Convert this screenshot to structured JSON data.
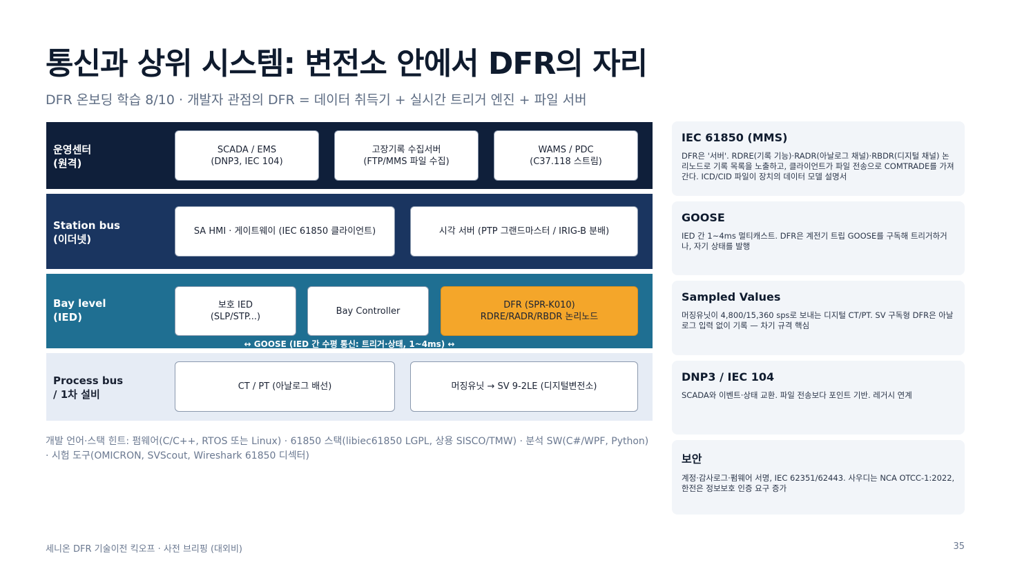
{
  "header": {
    "title": "통신과 상위 시스템: 변전소 안에서 DFR의 자리",
    "subtitle": "DFR 온보딩 학습 8/10 · 개발자 관점의 DFR = 데이터 취득기 + 실시간 트리거 엔진 + 파일 서버"
  },
  "layers": [
    {
      "label": "운영센터\n(원격)",
      "nodes": [
        {
          "line1": "SCADA / EMS",
          "line2": "(DNP3, IEC 104)"
        },
        {
          "line1": "고장기록 수집서버",
          "line2": "(FTP/MMS 파일 수집)"
        },
        {
          "line1": "WAMS / PDC",
          "line2": "(C37.118 스트림)"
        }
      ]
    },
    {
      "label": "Station bus\n(이더넷)",
      "nodes": [
        {
          "line1": "SA HMI · 게이트웨이 (IEC 61850 클라이언트)"
        },
        {
          "line1": "시각 서버 (PTP 그랜드마스터 / IRIG-B 분배)"
        }
      ]
    },
    {
      "label": "Bay level\n(IED)",
      "nodes": [
        {
          "line1": "보호 IED",
          "line2": "(SLP/STP...)"
        },
        {
          "line1": "Bay Controller"
        },
        {
          "line1": "DFR (SPR-K010)",
          "line2": "RDRE/RADR/RBDR 논리노드"
        }
      ],
      "goose": "↔ GOOSE (IED 간 수평 통신: 트리거·상태, 1~4ms) ↔"
    },
    {
      "label": "Process bus\n/ 1차 설비",
      "nodes": [
        {
          "line1": "CT / PT (아날로그 배선)"
        },
        {
          "line1": "머징유닛 → SV 9-2LE (디지털변전소)"
        }
      ]
    }
  ],
  "hint": "개발 언어·스택 힌트: 펌웨어(C/C++, RTOS 또는 Linux) · 61850 스택(libiec61850 LGPL, 상용 SISCO/TMW) · 분석 SW(C#/WPF, Python) · 시험 도구(OMICRON, SVScout, Wireshark 61850 디섹터)",
  "cards": [
    {
      "title": "IEC 61850 (MMS)",
      "body": "DFR은 '서버'. RDRE(기록 기능)·RADR(아날로그 채널)·RBDR(디지털 채널) 논리노드로 기록 목록을 노출하고, 클라이언트가 파일 전송으로 COMTRADE를 가져간다. ICD/CID 파일이 장치의 데이터 모델 설명서"
    },
    {
      "title": "GOOSE",
      "body": "IED 간 1~4ms 멀티캐스트. DFR은 계전기 트립 GOOSE를 구독해 트리거하거나, 자기 상태를 발행"
    },
    {
      "title": "Sampled Values",
      "body": "머징유닛이 4,800/15,360 sps로 보내는 디지털 CT/PT. SV 구독형 DFR은 아날로그 입력 없이 기록 — 차기 규격 핵심"
    },
    {
      "title": "DNP3 / IEC 104",
      "body": "SCADA와 이벤트·상태 교환. 파일 전송보다 포인트 기반. 레거시 연계"
    },
    {
      "title": "보안",
      "body": "계정·감사로그·펌웨어 서명, IEC 62351/62443. 사우디는 NCA OTCC-1:2022, 한전은 정보보호 인증 요구 증가"
    }
  ],
  "footer": {
    "left": "세니온 DFR 기술이전 킥오프 · 사전 브리핑 (대외비)",
    "page": "35"
  }
}
